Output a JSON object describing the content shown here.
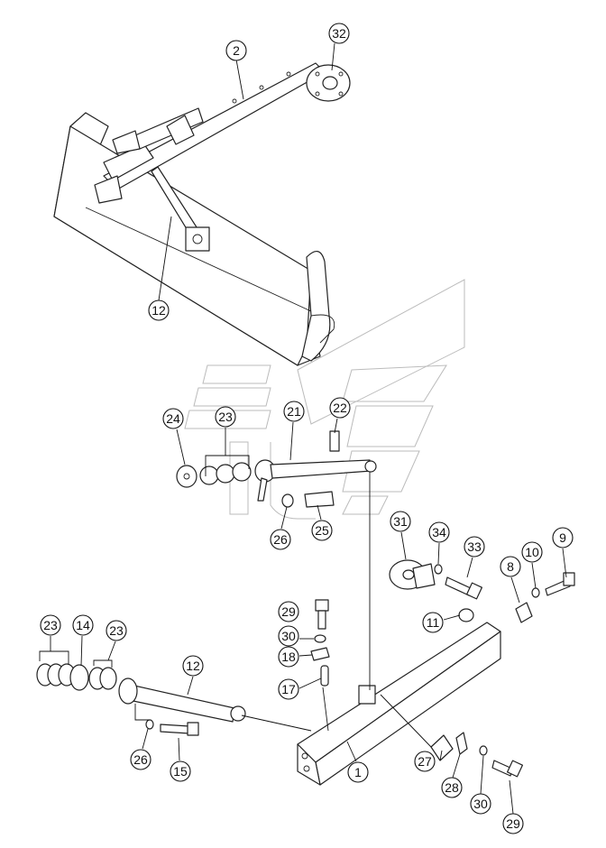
{
  "callouts": [
    {
      "id": "c2",
      "label": "2"
    },
    {
      "id": "c32",
      "label": "32"
    },
    {
      "id": "c12a",
      "label": "12"
    },
    {
      "id": "c24",
      "label": "24"
    },
    {
      "id": "c23a",
      "label": "23"
    },
    {
      "id": "c21",
      "label": "21"
    },
    {
      "id": "c22",
      "label": "22"
    },
    {
      "id": "c26a",
      "label": "26"
    },
    {
      "id": "c25",
      "label": "25"
    },
    {
      "id": "c31",
      "label": "31"
    },
    {
      "id": "c34",
      "label": "34"
    },
    {
      "id": "c33",
      "label": "33"
    },
    {
      "id": "c8",
      "label": "8"
    },
    {
      "id": "c10",
      "label": "10"
    },
    {
      "id": "c9",
      "label": "9"
    },
    {
      "id": "c11",
      "label": "11"
    },
    {
      "id": "c29a",
      "label": "29"
    },
    {
      "id": "c30a",
      "label": "30"
    },
    {
      "id": "c18",
      "label": "18"
    },
    {
      "id": "c17",
      "label": "17"
    },
    {
      "id": "c23b",
      "label": "23"
    },
    {
      "id": "c14",
      "label": "14"
    },
    {
      "id": "c23c",
      "label": "23"
    },
    {
      "id": "c12b",
      "label": "12"
    },
    {
      "id": "c26b",
      "label": "26"
    },
    {
      "id": "c15",
      "label": "15"
    },
    {
      "id": "c1",
      "label": "1"
    },
    {
      "id": "c27",
      "label": "27"
    },
    {
      "id": "c28",
      "label": "28"
    },
    {
      "id": "c30b",
      "label": "30"
    },
    {
      "id": "c29b",
      "label": "29"
    }
  ]
}
